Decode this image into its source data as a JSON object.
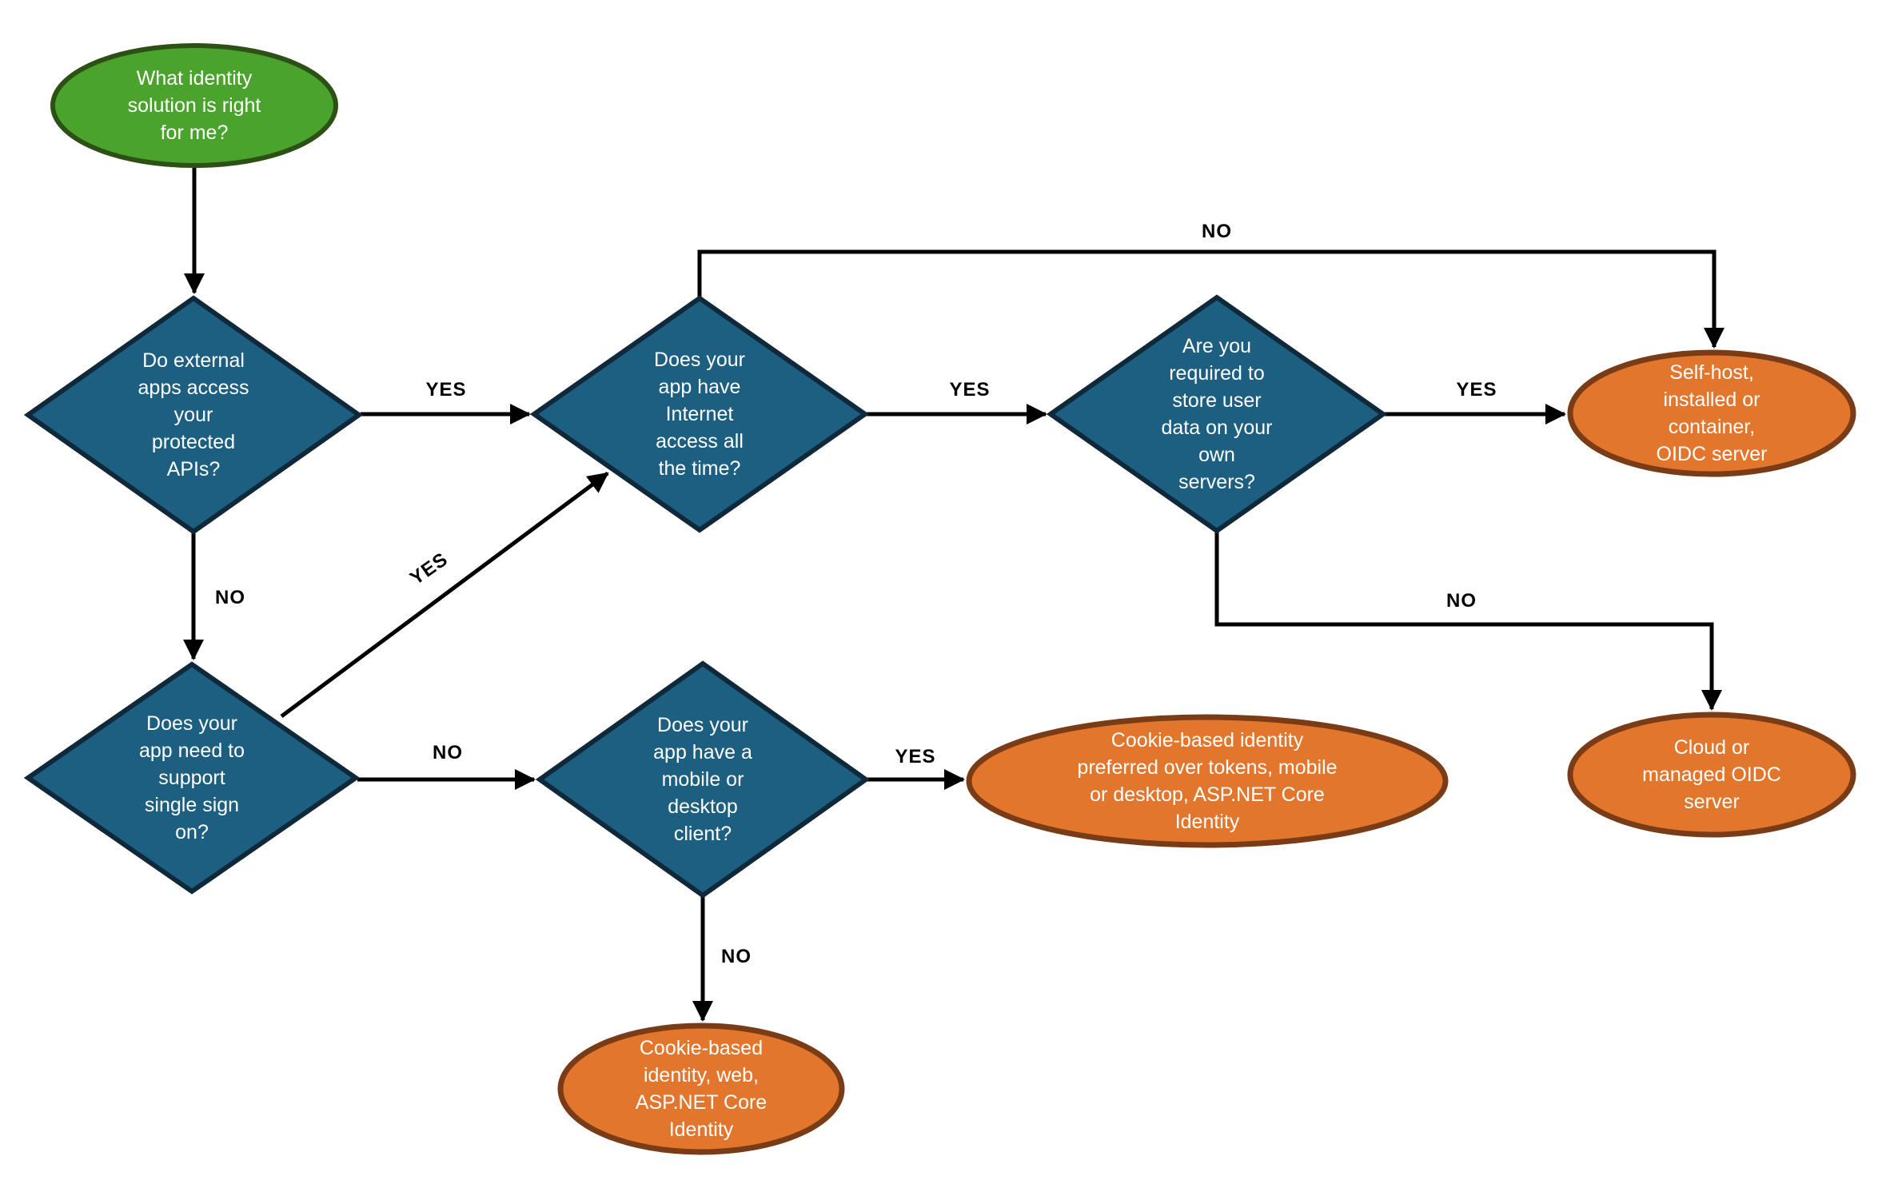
{
  "diagram": {
    "nodes": {
      "start": {
        "label": "What identity\nsolution is right\nfor me?"
      },
      "external_apis": {
        "label": "Do external\napps access\nyour\nprotected\nAPIs?"
      },
      "internet_access": {
        "label": "Does your\napp have\nInternet\naccess all\nthe time?"
      },
      "store_user_data": {
        "label": "Are you\nrequired to\nstore user\ndata on your\nown\nservers?"
      },
      "self_host": {
        "label": "Self-host,\ninstalled or\ncontainer,\nOIDC server"
      },
      "single_sign_on": {
        "label": "Does your\napp need to\nsupport\nsingle sign\non?"
      },
      "mobile_desktop": {
        "label": "Does your\napp have a\nmobile or\ndesktop\nclient?"
      },
      "cookie_mobile": {
        "label": "Cookie-based identity\npreferred over tokens, mobile\nor desktop, ASP.NET Core\nIdentity"
      },
      "cloud_oidc": {
        "label": "Cloud or\nmanaged OIDC\nserver"
      },
      "cookie_web": {
        "label": "Cookie-based\nidentity, web,\nASP.NET Core\nIdentity"
      }
    },
    "edges": [
      {
        "from": "start",
        "to": "external_apis",
        "label": ""
      },
      {
        "from": "external_apis",
        "to": "internet_access",
        "label": "YES"
      },
      {
        "from": "external_apis",
        "to": "single_sign_on",
        "label": "NO"
      },
      {
        "from": "internet_access",
        "to": "store_user_data",
        "label": "YES"
      },
      {
        "from": "internet_access",
        "to": "self_host",
        "label": "NO"
      },
      {
        "from": "store_user_data",
        "to": "self_host",
        "label": "YES"
      },
      {
        "from": "store_user_data",
        "to": "cloud_oidc",
        "label": "NO"
      },
      {
        "from": "single_sign_on",
        "to": "internet_access",
        "label": "YES"
      },
      {
        "from": "single_sign_on",
        "to": "mobile_desktop",
        "label": "NO"
      },
      {
        "from": "mobile_desktop",
        "to": "cookie_mobile",
        "label": "YES"
      },
      {
        "from": "mobile_desktop",
        "to": "cookie_web",
        "label": "NO"
      }
    ],
    "colors": {
      "decision_fill": "#1d5f80",
      "decision_border": "#10293a",
      "start_fill": "#4aa32d",
      "start_border": "#2d5016",
      "result_fill": "#e2762d",
      "result_border": "#7a3c17",
      "connector": "#000000",
      "node_text": "#ffffff",
      "edge_label_text": "#000000"
    }
  }
}
